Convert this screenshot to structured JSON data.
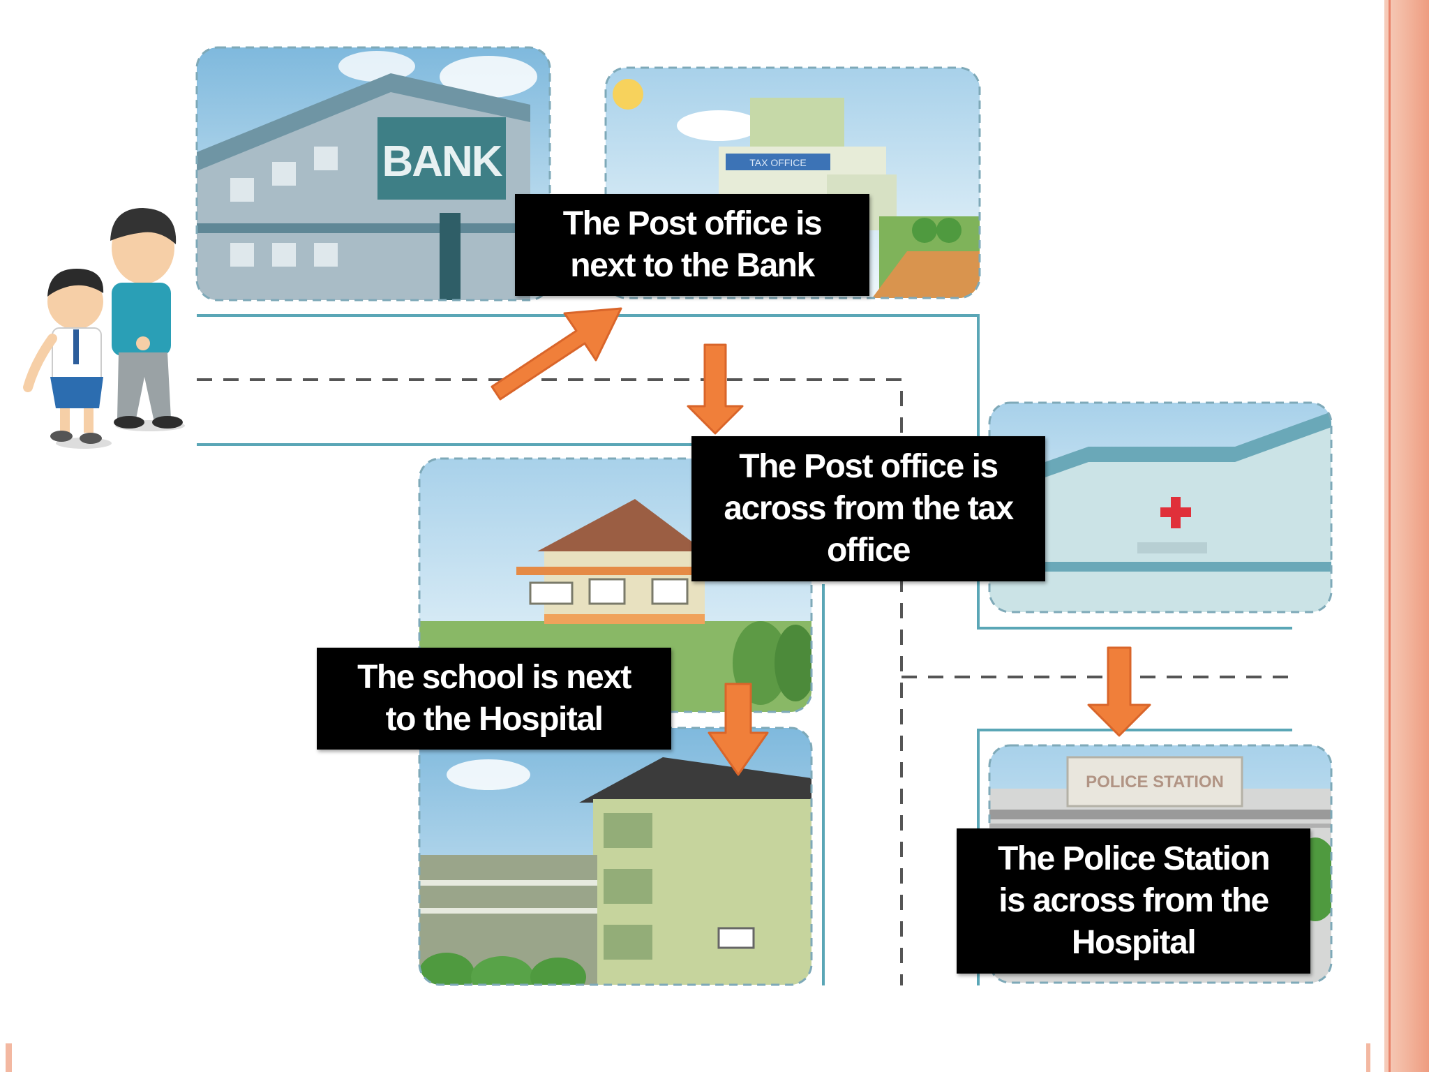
{
  "buildings": {
    "bank_sign": "BANK",
    "tax_office_sign": "TAX OFFICE",
    "police_station_sign": "POLICE STATION"
  },
  "labels": {
    "post_office_next_to_bank": "The Post office is\nnext to the Bank",
    "post_office_across_tax_office": "The Post office is\nacross from the tax\noffice",
    "school_next_to_hospital": "The school is  next\nto the Hospital",
    "police_across_hospital": "The Police Station\nis  across from the\nHospital"
  },
  "colors": {
    "arrow": "#f07f3a",
    "arrow_outline": "#d9652a",
    "road_line": "#5aa6b6",
    "label_background": "#000000",
    "label_text": "#ffffff",
    "slide_accent": "#f3b8a1"
  }
}
